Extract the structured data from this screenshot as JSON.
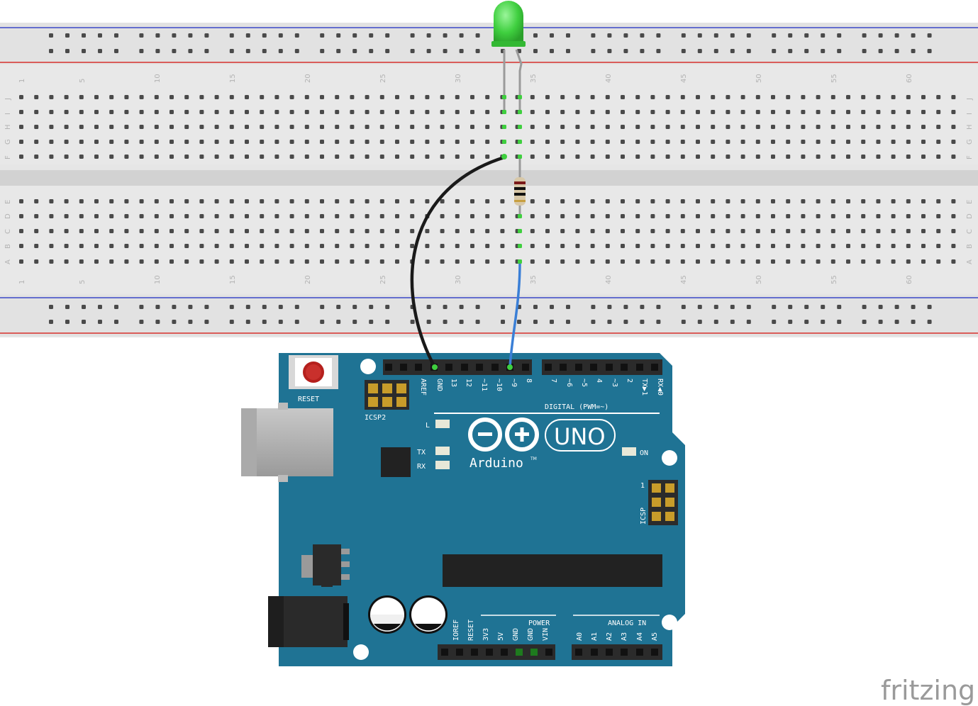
{
  "breadboard": {
    "column_labels": [
      "1",
      "5",
      "10",
      "15",
      "20",
      "25",
      "30",
      "35",
      "40",
      "45",
      "50",
      "55",
      "60"
    ],
    "row_labels_top": [
      "J",
      "I",
      "H",
      "G",
      "F"
    ],
    "row_labels_bottom": [
      "E",
      "D",
      "C",
      "B",
      "A"
    ],
    "rail_color_top": "#2f3cb8",
    "rail_color_bottom": "#d8312c"
  },
  "arduino": {
    "reset_label": "RESET",
    "icsp2_label": "ICSP2",
    "icsp_label": "ICSP",
    "icsp_pin1": "1",
    "digital_pins": [
      "AREF",
      "GND",
      "13",
      "12",
      "~11",
      "~10",
      "~9",
      "8",
      "7",
      "~6",
      "~5",
      "4",
      "~3",
      "2",
      "TX▶1",
      "RX◀0"
    ],
    "digital_label": "DIGITAL (PWM=~)",
    "led_l": "L",
    "led_tx": "TX",
    "led_rx": "RX",
    "led_on": "ON",
    "logo_text": "Arduino",
    "logo_tm": "TM",
    "model": "UNO",
    "power_label": "POWER",
    "power_pins": [
      "IOREF",
      "RESET",
      "3V3",
      "5V",
      "GND",
      "GND",
      "VIN"
    ],
    "analog_label": "ANALOG IN",
    "analog_pins": [
      "A0",
      "A1",
      "A2",
      "A3",
      "A4",
      "A5"
    ],
    "board_color": "#1f7394"
  },
  "components": {
    "led_color": "#3fcf3f",
    "wire_gnd_color": "#1a1a1a",
    "wire_signal_color": "#3a7fd6"
  },
  "watermark": "fritzing"
}
